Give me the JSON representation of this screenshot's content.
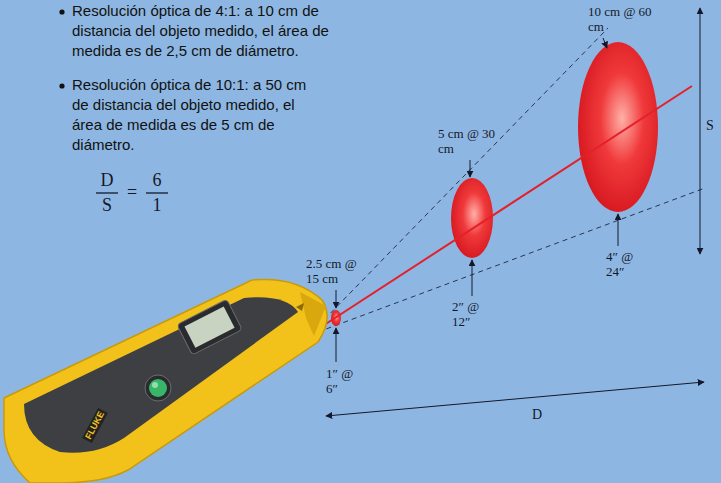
{
  "diagram": {
    "labels": [
      "Resolución óptica de 4:1: a 10 cm de distancia del objeto medido, el área de medida es de 2,5 cm de diámetro.",
      "Resolución óptica de 10:1: a 50 cm de distancia del objeto medido, el área de medida es de 5 cm de diámetro.",
      "D",
      "S",
      "=",
      "6",
      "1",
      "2.5 cm @ 15 cm",
      "1″ @ 6″",
      "5 cm @ 30 cm",
      "2″ @ 12″",
      "10 cm @ 60 cm",
      "4″ @ 24″",
      "D",
      "S",
      "FLUKE"
    ]
  }
}
